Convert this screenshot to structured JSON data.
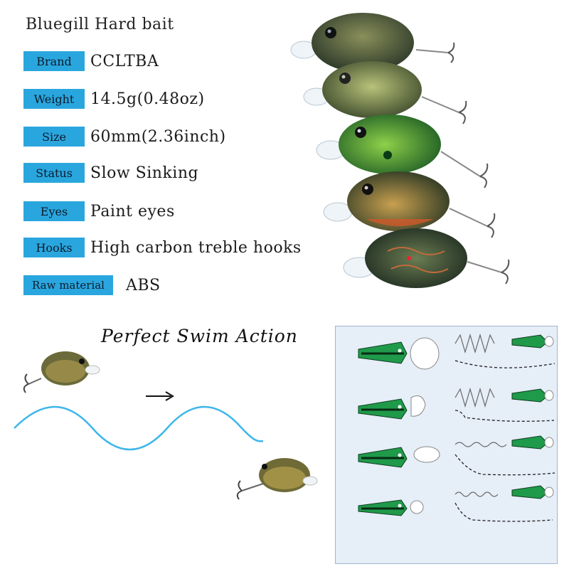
{
  "title": "Bluegill Hard bait",
  "specs": [
    {
      "label": "Brand",
      "value": "CCLTBA"
    },
    {
      "label": "Weight",
      "value": "14.5g(0.48oz)"
    },
    {
      "label": "Size",
      "value": "60mm(2.36inch)"
    },
    {
      "label": "Status",
      "value": "Slow Sinking"
    },
    {
      "label": "Eyes",
      "value": "Paint eyes"
    },
    {
      "label": "Hooks",
      "value": "High carbon treble hooks"
    },
    {
      "label": "Raw material",
      "value": "ABS"
    }
  ],
  "swim_title": "Perfect Swim Action",
  "colors": {
    "label_bg": "#2aa6df",
    "wave": "#3db7ea",
    "panel_bg": "#e6eef8",
    "lure_green": "#1f9a4a"
  },
  "icons": [
    "right-arrow-icon",
    "treble-hook-icon"
  ]
}
